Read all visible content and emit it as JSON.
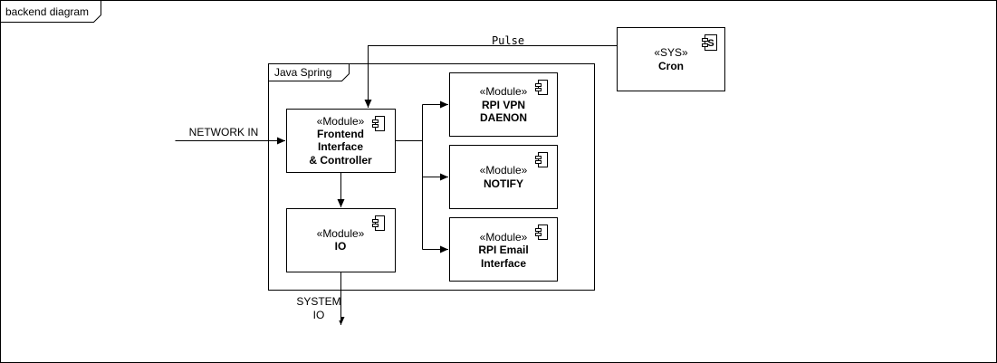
{
  "frame": {
    "title": "backend diagram"
  },
  "container": {
    "title": "Java Spring"
  },
  "components": {
    "frontend": {
      "stereotype": "«Module»",
      "lines": [
        "Frontend",
        "Interface",
        "& Controller"
      ]
    },
    "io": {
      "stereotype": "«Module»",
      "lines": [
        "IO"
      ]
    },
    "rpi_vpn": {
      "stereotype": "«Module»",
      "lines": [
        "RPI VPN",
        "DAENON"
      ]
    },
    "notify": {
      "stereotype": "«Module»",
      "lines": [
        "NOTIFY"
      ]
    },
    "rpi_email": {
      "stereotype": "«Module»",
      "lines": [
        "RPI Email",
        "Interface"
      ]
    },
    "cron": {
      "stereotype": "«SYS»",
      "lines": [
        "Cron"
      ],
      "icon_letter": "S"
    }
  },
  "edges": {
    "pulse": "Pulse",
    "network_in": "NETWORK IN",
    "system_io": [
      "SYSTEM",
      "IO"
    ]
  }
}
